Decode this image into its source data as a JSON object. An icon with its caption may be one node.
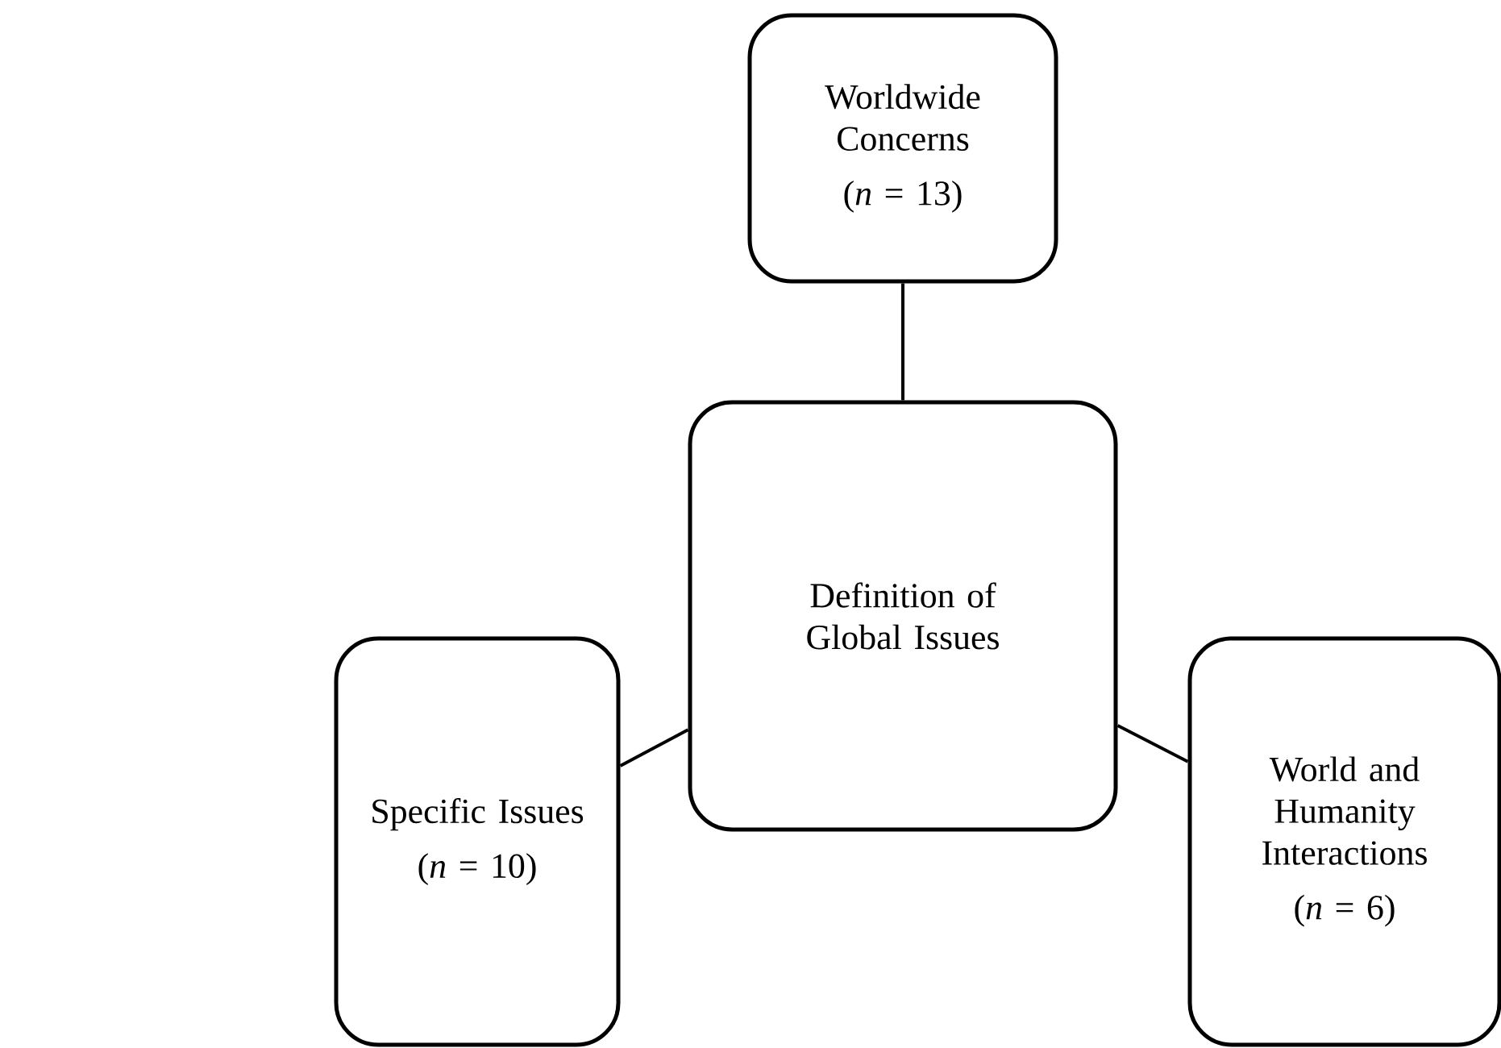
{
  "diagram": {
    "nodes": [
      {
        "text": [
          "Worldwide Concerns",
          "(*n* = 13)"
        ]
      },
      {
        "text": [
          "Definition of Global Issues"
        ]
      },
      {
        "text": [
          "Specific Issues",
          "(*n* = 10)"
        ]
      },
      {
        "text": [
          "World and Humanity Interactions",
          "(*n* = 6)"
        ]
      }
    ],
    "edges": [
      {
        "from": 0,
        "to": 1,
        "arrow": "none"
      },
      {
        "from": 1,
        "to": 2,
        "arrow": "none"
      },
      {
        "from": 1,
        "to": 3,
        "arrow": "none"
      }
    ]
  }
}
